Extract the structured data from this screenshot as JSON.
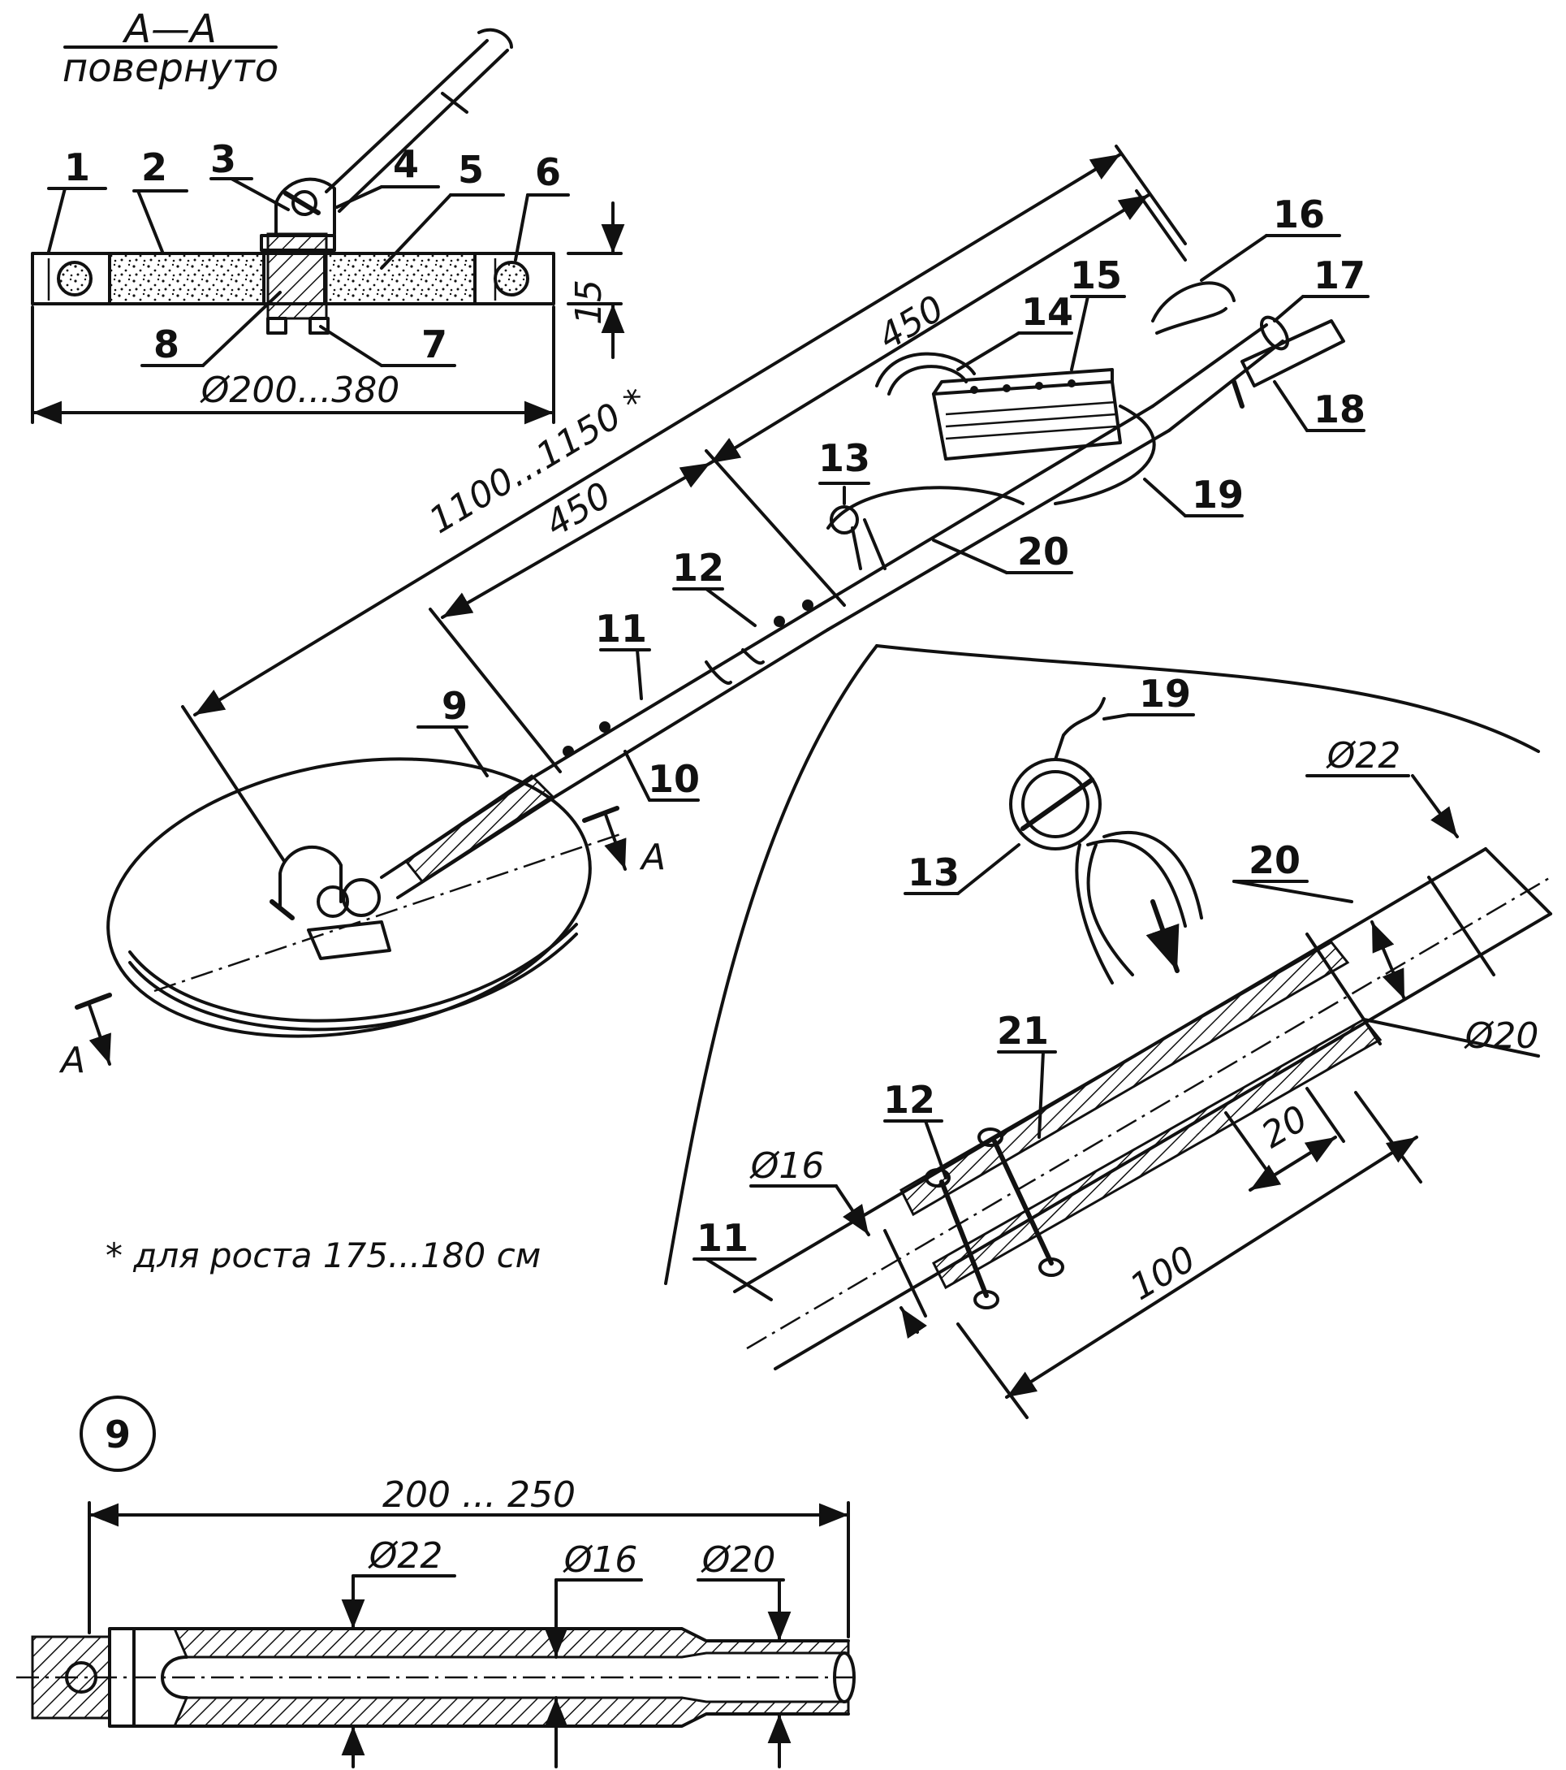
{
  "section": {
    "title": "А—А",
    "subtitle": "повернуто"
  },
  "callouts": [
    "1",
    "2",
    "3",
    "4",
    "5",
    "6",
    "7",
    "8",
    "9",
    "10",
    "11",
    "12",
    "13",
    "14",
    "15",
    "16",
    "17",
    "18",
    "19",
    "20",
    "21"
  ],
  "dimensions": {
    "section_height": "15",
    "section_diameter": "Ø200...380",
    "total_length": "1100...1150 *",
    "upper_450": "450",
    "lower_450": "450",
    "detail_d22": "Ø22",
    "detail_d20": "Ø20",
    "detail_d16": "Ø16",
    "detail_20": "20",
    "detail_100": "100",
    "part9_length": "200 ... 250",
    "part9_d22": "Ø22",
    "part9_d16": "Ø16",
    "part9_d20": "Ø20"
  },
  "section_markers": {
    "left": "A",
    "right": "A"
  },
  "note": "* для роста 175...180 см",
  "part_circle": "9",
  "colors": {
    "ink": "#111111",
    "paper": "#ffffff"
  }
}
